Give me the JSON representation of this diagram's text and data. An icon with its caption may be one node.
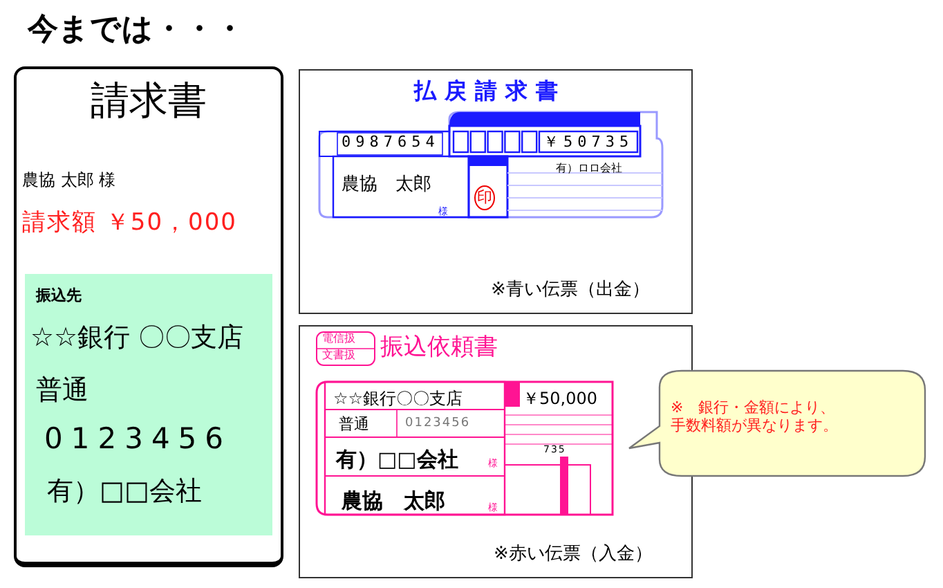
{
  "diagram": {
    "title": "今までは・・・",
    "nodes": [
      {
        "text": [
          "請求書",
          "農協 太郎 様",
          "請求額 ￥50，000"
        ]
      },
      {
        "text": [
          "振込先",
          "☆☆銀行 〇〇支店",
          "普通",
          "0123456",
          "有）□□会社"
        ],
        "in": 0
      },
      {
        "text": [
          "※青い伝票（出金）"
        ]
      },
      {
        "text": [
          "払戻請求書",
          "0987654",
          "￥50735",
          "有）ロロ会社",
          "農協　太郎",
          "様",
          "印"
        ],
        "in": 2
      },
      {
        "text": [
          "※赤い伝票（入金）"
        ]
      },
      {
        "text": [
          "電信扱",
          "文書扱",
          "振込依頼書",
          "☆☆銀行〇〇支店",
          "￥50,000",
          "普通",
          "0123456",
          "有）□□会社",
          "様",
          "735",
          "農協　太郎",
          "様"
        ],
        "in": 4
      },
      {
        "text": [
          "※　銀行・金額により、手数料額が異なります。"
        ]
      }
    ]
  }
}
